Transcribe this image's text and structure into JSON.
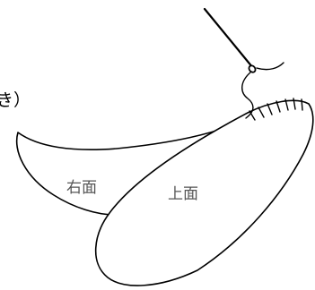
{
  "labels": {
    "top_left": "き）",
    "right_face": "右面",
    "top_face": "上面"
  }
}
